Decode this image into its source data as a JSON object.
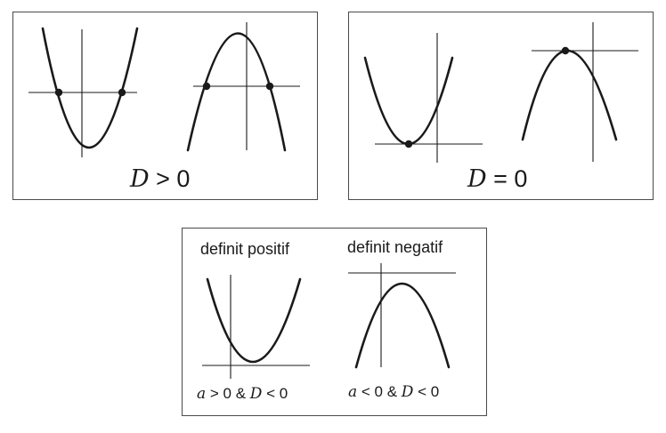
{
  "panels": {
    "disc_positive": {
      "caption": {
        "var": "D",
        "rest": " > 0"
      }
    },
    "disc_zero": {
      "caption": {
        "var": "D",
        "rest": " = 0"
      }
    },
    "definite": {
      "positive": {
        "heading": "definit positif",
        "caption": {
          "a": "a",
          "rel_a": " > 0 & ",
          "d": "D",
          "rel_d": " < 0"
        }
      },
      "negative": {
        "heading": "definit negatif",
        "caption": {
          "a": "a",
          "rel_a": " < 0 & ",
          "d": "D",
          "rel_d": " < 0"
        }
      }
    }
  },
  "style": {
    "curve_color": "#1a1a1a",
    "border_color": "#4a4a4a"
  }
}
